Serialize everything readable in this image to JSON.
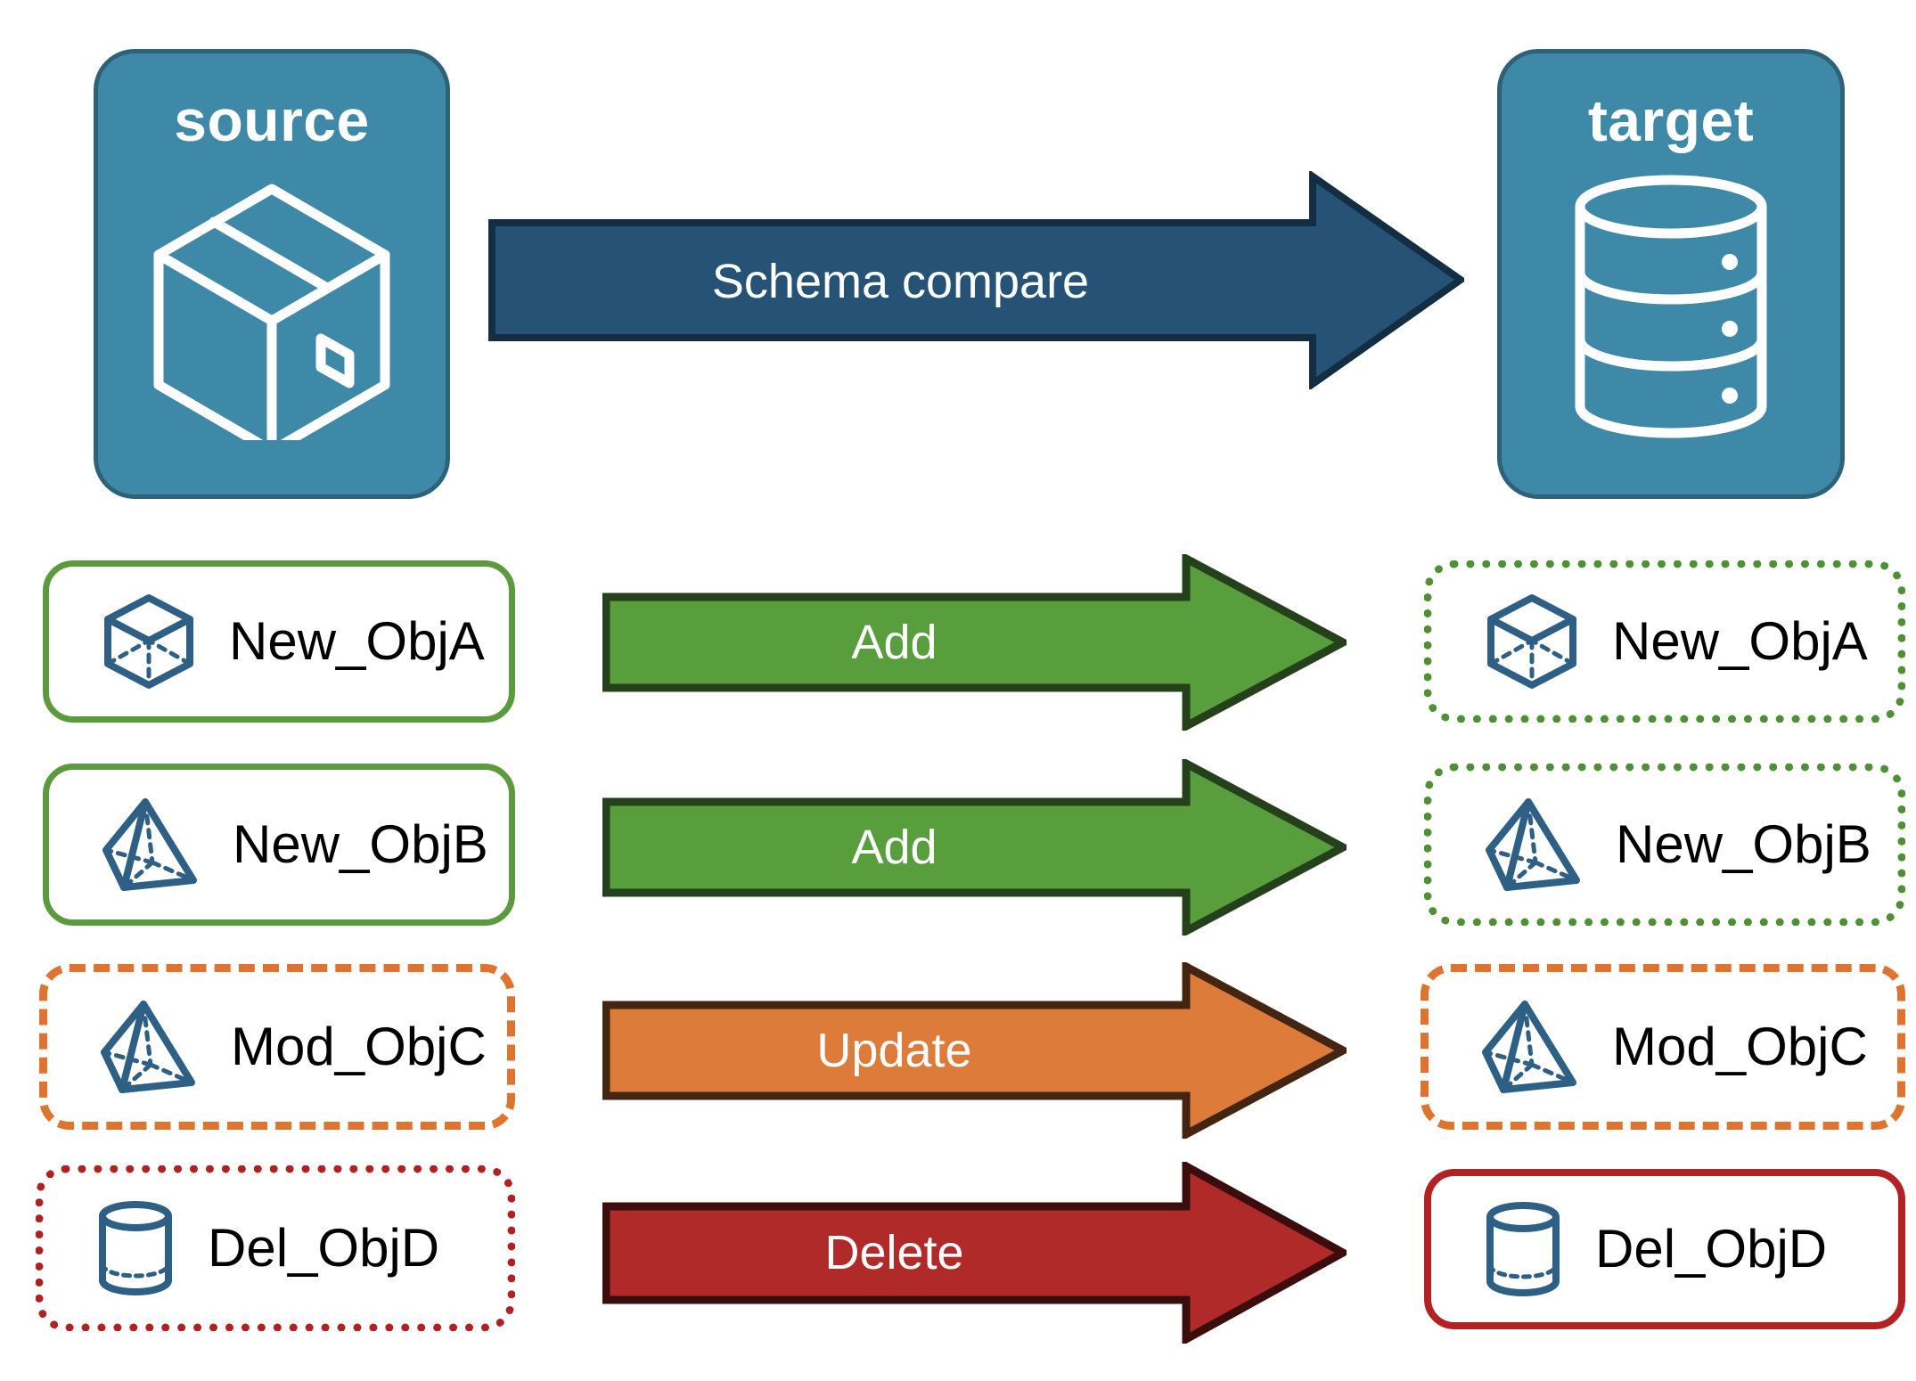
{
  "diagram": {
    "title": "Schema compare between source and target",
    "background_color": "#ffffff"
  },
  "endpoints": [
    {
      "id": "source",
      "title": "source",
      "icon": "package-box-icon",
      "fill_color": "#3E88A8",
      "border_color": "#2E6277"
    },
    {
      "id": "target",
      "title": "target",
      "icon": "database-cylinder-icon",
      "fill_color": "#3E88A8",
      "border_color": "#2E6277"
    }
  ],
  "main_arrow": {
    "label": "Schema compare",
    "fill_color": "#265375",
    "border_color": "#132D43",
    "text_color": "#ffffff"
  },
  "rows": [
    {
      "action": "Add",
      "arrow_fill": "#589E3D",
      "arrow_border": "#24411B",
      "arrow_text_color": "#ffffff",
      "source": {
        "label": "New_ObjA",
        "icon": "wireframe-cube-icon",
        "border_style": "solid",
        "border_color": "#5B9B3E"
      },
      "target": {
        "label": "New_ObjA",
        "icon": "wireframe-cube-icon",
        "border_style": "dotted",
        "border_color": "#4E9033"
      }
    },
    {
      "action": "Add",
      "arrow_fill": "#589E3D",
      "arrow_border": "#24411B",
      "arrow_text_color": "#ffffff",
      "source": {
        "label": "New_ObjB",
        "icon": "wireframe-pyramid-icon",
        "border_style": "solid",
        "border_color": "#5B9B3E"
      },
      "target": {
        "label": "New_ObjB",
        "icon": "wireframe-pyramid-icon",
        "border_style": "dotted",
        "border_color": "#4E9033"
      }
    },
    {
      "action": "Update",
      "arrow_fill": "#DD7B3B",
      "arrow_border": "#442512",
      "arrow_text_color": "#ffffff",
      "source": {
        "label": "Mod_ObjC",
        "icon": "wireframe-pyramid-icon",
        "border_style": "dashed",
        "border_color": "#DE7430"
      },
      "target": {
        "label": "Mod_ObjC",
        "icon": "wireframe-pyramid-icon",
        "border_style": "dashed",
        "border_color": "#DE7430"
      }
    },
    {
      "action": "Delete",
      "arrow_fill": "#B12A2A",
      "arrow_border": "#3C0D0D",
      "arrow_text_color": "#ffffff",
      "source": {
        "label": "Del_ObjD",
        "icon": "wireframe-cylinder-icon",
        "border_style": "dotted",
        "border_color": "#B02222"
      },
      "target": {
        "label": "Del_ObjD",
        "icon": "wireframe-cylinder-icon",
        "border_style": "solid",
        "border_color": "#B22222"
      }
    }
  ]
}
